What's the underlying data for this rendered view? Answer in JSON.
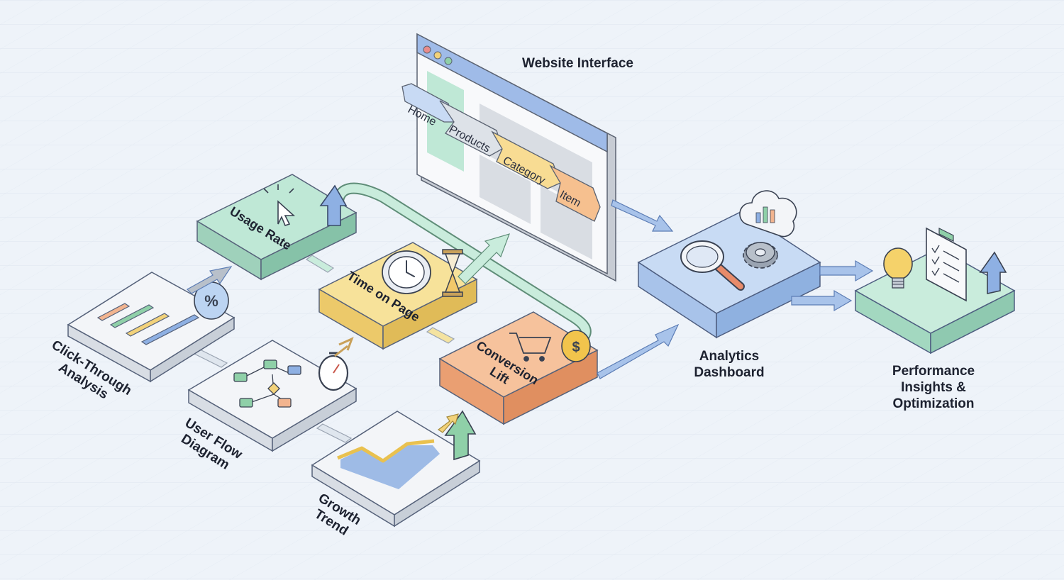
{
  "labels": {
    "website_interface": "Website Interface",
    "analytics_dashboard_l1": "Analytics",
    "analytics_dashboard_l2": "Dashboard",
    "performance_l1": "Performance",
    "performance_l2": "Insights &",
    "performance_l3": "Optimization",
    "click_through_l1": "Click-Through",
    "click_through_l2": "Analysis",
    "user_flow_l1": "User Flow",
    "user_flow_l2": "Diagram",
    "growth_l1": "Growth",
    "growth_l2": "Trend"
  },
  "tiles": {
    "usage_rate": "Usage Rate",
    "time_on_page": "Time on Page",
    "conversion_l1": "Conversion",
    "conversion_l2": "Lift"
  },
  "breadcrumbs": [
    "Home",
    "Products",
    "Category",
    "Item"
  ],
  "icons": {
    "cursor": "cursor-icon",
    "clock": "clock-icon",
    "hourglass": "hourglass-icon",
    "cart": "cart-icon",
    "dollar": "dollar-coin-icon",
    "percent": "percent-icon",
    "stopwatch": "stopwatch-icon",
    "magnifier": "magnifier-icon",
    "gear": "gear-icon",
    "cloud": "cloud-chart-icon",
    "bulb": "lightbulb-icon",
    "clipboard": "clipboard-checklist-icon"
  },
  "colors": {
    "green": "#bfe8d6",
    "yellow": "#f7e29a",
    "orange": "#f6c29c",
    "blue": "#bcd4f2",
    "arrow": "#8eb0e3"
  }
}
